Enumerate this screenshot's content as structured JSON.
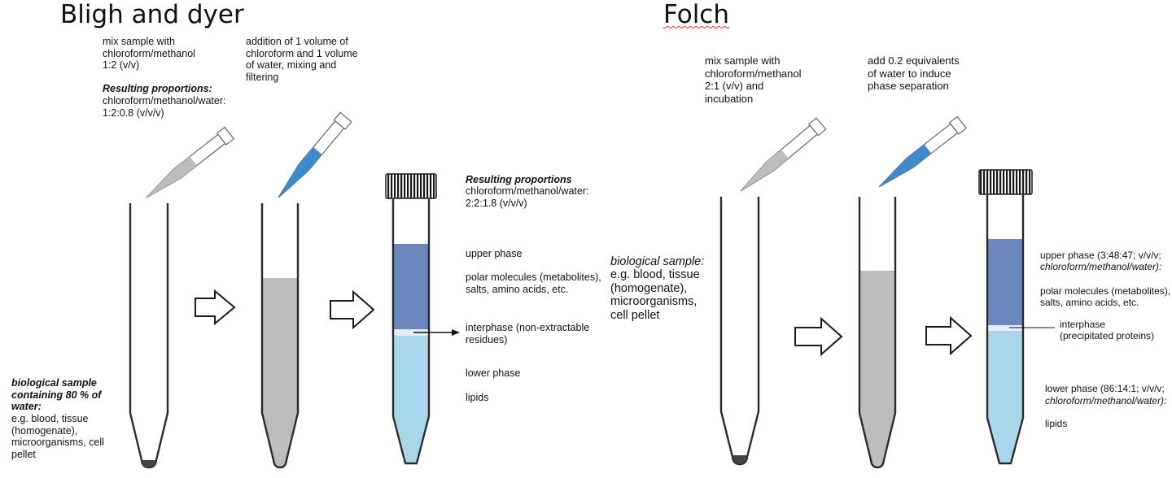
{
  "titles": {
    "left": "Bligh and dyer",
    "right": "Folch"
  },
  "bligh_dyer": {
    "step1_text": "mix sample with\nchloroform/methanol\n1:2 (v/v)",
    "step1_result_heading": "Resulting proportions:",
    "step1_result_value": "chloroform/methanol/water:\n1:2:0.8 (v/v/v)",
    "step2_text": "addition of 1 volume of\nchloroform and 1 volume\nof water, mixing and\nfiltering",
    "sample_heading": "biological sample\ncontaining 80 % of\nwater:",
    "sample_examples": "e.g. blood, tissue\n(homogenate),\nmicroorganisms, cell\npellet",
    "final_result_heading": "Resulting proportions",
    "final_result_value": "chloroform/methanol/water:\n2:2:1.8 (v/v/v)",
    "upper_phase": "upper phase",
    "upper_phase_content": "polar molecules (metabolites),\nsalts, amino acids, etc.",
    "interphase": "interphase (non-extractable\nresidues)",
    "lower_phase": "lower phase",
    "lower_phase_content": "lipids"
  },
  "folch": {
    "step1_text": "mix sample with\nchloroform/methanol\n2:1 (v/v) and\nincubation",
    "step2_text": "add  0.2 equivalents\nof water to induce\nphase separation",
    "sample_heading": "biological sample:",
    "sample_examples": "e.g. blood, tissue\n(homogenate),\nmicroorganisms,\ncell pellet",
    "upper_phase_line1": "upper phase (3:48:47; v/v/v;",
    "upper_phase_line2": "chloroform/methanol/water):",
    "upper_phase_content": "polar molecules (metabolites),\nsalts, amino acids, etc.",
    "interphase": "interphase\n(precipitated proteins)",
    "lower_phase_line1": "lower phase (86:14:1; v/v/v;",
    "lower_phase_line2": "chloroform/methanol/water):",
    "lower_phase_content": "lipids"
  },
  "colors": {
    "upper_phase": "#6b87be",
    "lower_phase": "#a9d7e9",
    "solvent_mix": "#bdbdbd",
    "water_blue": "#3d8bcd",
    "pellet": "#444444",
    "interphase": "#e6ecf3"
  }
}
